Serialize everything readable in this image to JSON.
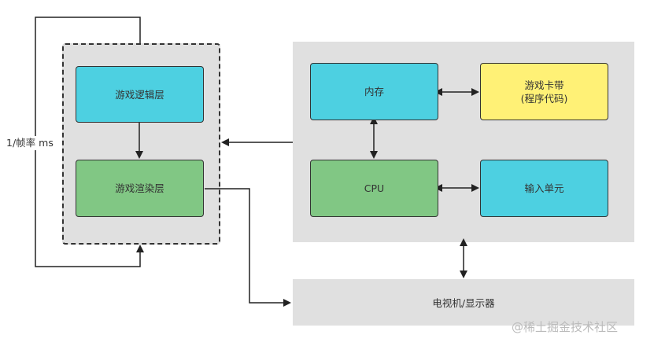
{
  "diagram": {
    "logic_layer": {
      "label": "游戏逻辑层",
      "color": "#4dd0e1"
    },
    "render_layer": {
      "label": "游戏渲染层",
      "color": "#81c784"
    },
    "loop_label": "1/帧率 ms",
    "memory": {
      "label": "内存",
      "color": "#4dd0e1"
    },
    "cartridge": {
      "label": "游戏卡带\n(程序代码)",
      "color": "#fff176"
    },
    "cpu": {
      "label": "CPU",
      "color": "#81c784"
    },
    "input_unit": {
      "label": "输入单元",
      "color": "#4dd0e1"
    },
    "display": {
      "label": "电视机/显示器"
    }
  },
  "watermark": "@稀土掘金技术社区"
}
